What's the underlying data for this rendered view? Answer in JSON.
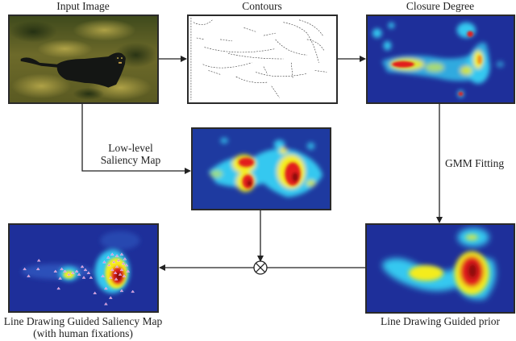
{
  "nodes": {
    "input_image": {
      "title": "Input Image"
    },
    "contours": {
      "title": "Contours"
    },
    "closure_degree": {
      "title": "Closure Degree"
    },
    "low_level_saliency": {
      "label_line1": "Low-level",
      "label_line2": "Saliency Map"
    },
    "gmm_fitting": {
      "label": "GMM Fitting"
    },
    "prior": {
      "caption": "Line Drawing Guided prior"
    },
    "final_saliency": {
      "caption_line1": "Line Drawing Guided Saliency Map",
      "caption_line2": "(with human fixations)"
    }
  },
  "operator": {
    "symbol": "multiply",
    "glyph": "⊗"
  },
  "colors": {
    "heatmap_bg": "#1e2f9a",
    "heatmap_cyan": "#35c8f0",
    "heatmap_yellow": "#f4ec1a",
    "heatmap_red": "#e21a1a",
    "heatmap_dark_red": "#8a0d10",
    "fixation_marker": "#d98ad8",
    "line": "#222222"
  }
}
